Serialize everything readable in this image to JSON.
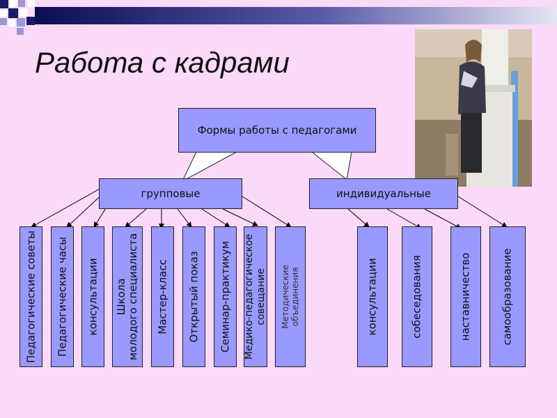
{
  "slide_title": "Работа с кадрами",
  "root_label": "Формы работы с педагогами",
  "branches": {
    "group": "групповые",
    "individual": "индивидуальные"
  },
  "group_items": [
    "Педагогические советы",
    "Педагогические часы",
    "консультации",
    "Школа\nмолодого специалиста",
    "Мастер-класс",
    "Открытый показ",
    "Семинар-практикум",
    "Медико-педагогическое\nсовещание",
    "Методические\nобъединения"
  ],
  "individual_items": [
    "консультации",
    "собеседования",
    "наставничество",
    "самообразование"
  ],
  "colors": {
    "background": "#fbd9f8",
    "box_fill": "#9999ff",
    "topbar_dark": "#1a1a66",
    "topbar_light": "#c8c8e8"
  }
}
